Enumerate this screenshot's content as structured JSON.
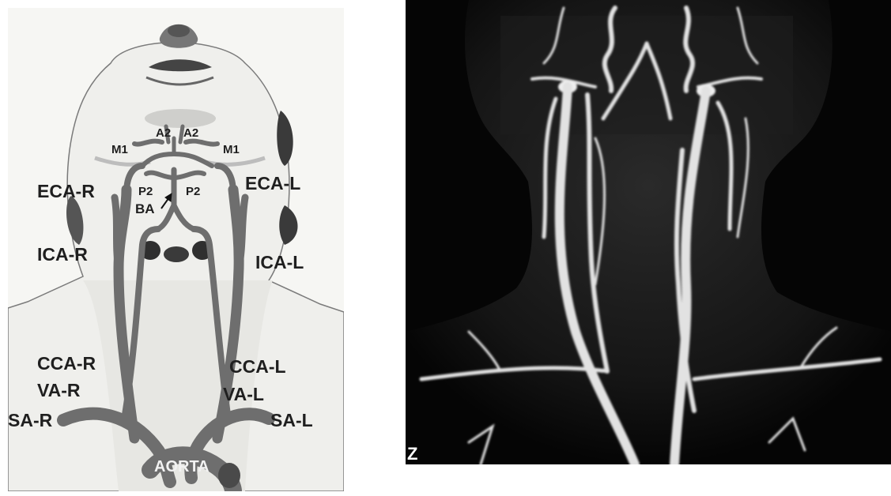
{
  "diagram": {
    "labels": {
      "a2_right": "A2",
      "a2_left": "A2",
      "m1_right": "M1",
      "m1_left": "M1",
      "p2_right": "P2",
      "p2_left": "P2",
      "ba": "BA",
      "eca_r": "ECA-R",
      "eca_l": "ECA-L",
      "ica_r": "ICA-R",
      "ica_l": "ICA-L",
      "cca_r": "CCA-R",
      "cca_l": "CCA-L",
      "va_r": "VA-R",
      "va_l": "VA-L",
      "sa_r": "SA-R",
      "sa_l": "SA-L",
      "aorta": "AORTA"
    },
    "vessel_color": "#6e6e6e",
    "icons": [
      "head-outline-icon",
      "vessel-tree-icon",
      "arrow-icon"
    ]
  },
  "mra": {
    "marker": "Z",
    "background_color": "#050505",
    "vessel_color": "#e6e6e6"
  }
}
